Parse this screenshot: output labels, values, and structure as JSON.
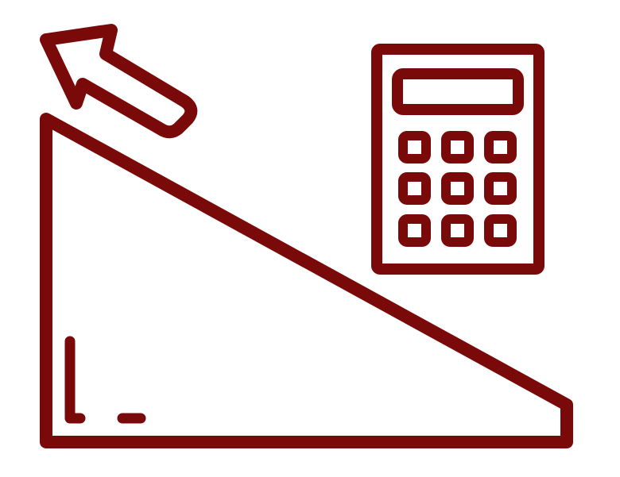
{
  "illustration": {
    "icon_name": "slope-calculator-icon",
    "parts": [
      "arrow-up-left-icon",
      "right-triangle-icon",
      "right-angle-mark-icon",
      "calculator-icon"
    ],
    "stroke_color": "#7a0a0a",
    "background_color": "#ffffff",
    "calculator": {
      "display_count": 1,
      "key_rows": 3,
      "key_columns": 3
    }
  }
}
